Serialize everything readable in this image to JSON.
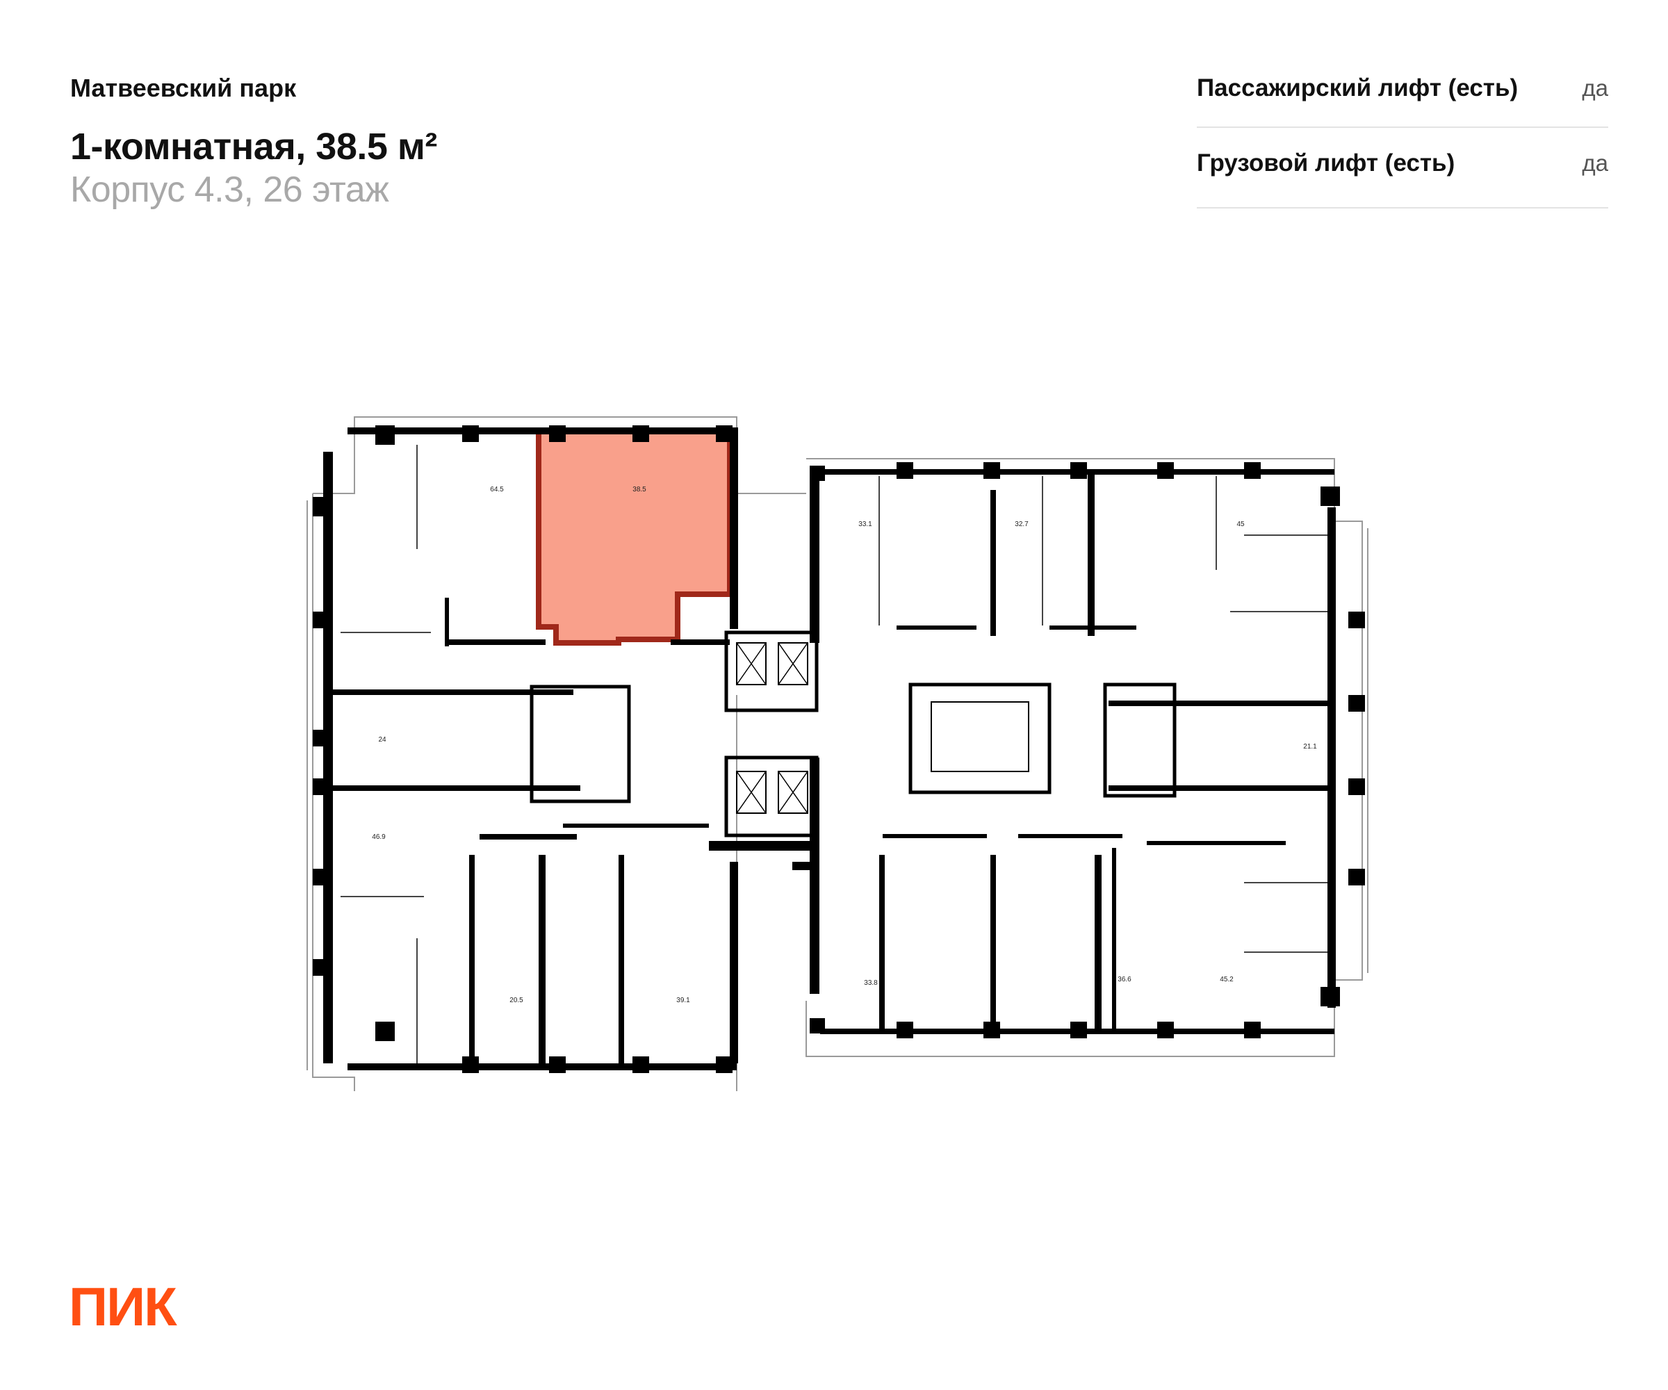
{
  "header": {
    "complex_name": "Матвеевский парк",
    "apartment_title": "1-комнатная, 38.5 м²",
    "building_floor": "Корпус 4.3, 26 этаж"
  },
  "features": [
    {
      "label": "Пассажирский лифт (есть)",
      "value": "да"
    },
    {
      "label": "Грузовой лифт (есть)",
      "value": "да"
    }
  ],
  "floor_plan": {
    "highlight_color": "#f9a08b",
    "highlight_border": "#a0281a",
    "selected_area": "38.5",
    "apartment_areas": [
      "64.5",
      "38.5",
      "33.1",
      "32.7",
      "45",
      "24",
      "21.1",
      "46.9",
      "20.5",
      "39.1",
      "33.8",
      "36.6",
      "45.2"
    ]
  },
  "brand": {
    "logo_text": "ПИК",
    "logo_color": "#ff4f12"
  }
}
